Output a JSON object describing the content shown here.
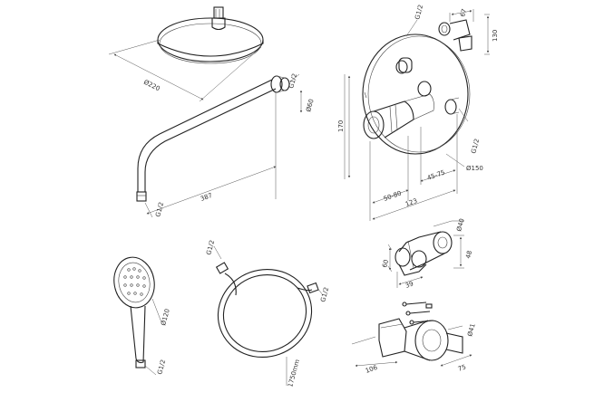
{
  "labels": {
    "head_diameter": "Ø220",
    "arm_thread_top": "G1/2",
    "arm_flange": "Ø60",
    "arm_length": "387",
    "arm_thread_bottom": "G1/2",
    "valve_thread_top": "G1/2",
    "valve_width_top": "67",
    "valve_height_right": "130",
    "valve_plate_height": "170",
    "valve_depth_1": "50-80",
    "valve_depth_2": "45-75",
    "valve_total_depth": "123",
    "valve_diameter": "Ø150",
    "valve_thread_side": "G1/2",
    "holder_diameter": "Ø40",
    "holder_height": "48",
    "holder_depth": "39",
    "holder_offset": "60",
    "hand_head": "Ø120",
    "hand_thread": "G1/2",
    "hose_thread_left": "G1/2",
    "hose_thread_right": "G1/2",
    "hose_length": "1750mm",
    "rail_holder_length": "106",
    "rail_holder_diameter": "Ø41",
    "rail_holder_depth": "75"
  }
}
